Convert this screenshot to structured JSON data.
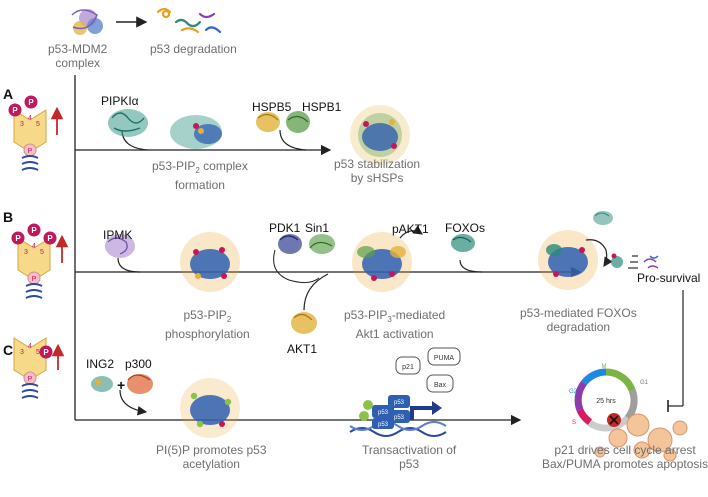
{
  "top": {
    "complex_label": "p53-MDM2\ncomplex",
    "degradation_label": "p53 degradation"
  },
  "panel_a": {
    "letter": "A",
    "enzyme": "PIPKIα",
    "complex_prefix": "p53-PIP",
    "complex_sub": "2",
    "complex_suffix": " complex",
    "complex_line2": "formation",
    "hsp1": "HSPB5",
    "hsp2": "HSPB1",
    "stabilization": "p53 stabilization\nby sHSPs"
  },
  "panel_b": {
    "letter": "B",
    "enzyme": "IPMK",
    "phospho_prefix": "p53-PIP",
    "phospho_sub": "2",
    "phospho_line2": "phosphorylation",
    "kinase1": "PDK1",
    "kinase2": "Sin1",
    "pakt": "pAKT1",
    "akt": "AKT1",
    "mediated_prefix": "p53-PIP",
    "mediated_sub": "3",
    "mediated_suffix": "-mediated",
    "mediated_line2": "Akt1 activation",
    "foxo": "FOXOs",
    "foxo_deg": "p53-mediated FOXOs\ndegradation",
    "survival": "Pro-survival"
  },
  "panel_c": {
    "letter": "C",
    "enzyme1": "ING2",
    "plus": "+",
    "enzyme2": "p300",
    "acetyl": "PI(5)P promotes p53\nacetylation",
    "targets": [
      "p21",
      "PUMA",
      "Bax"
    ],
    "p53_tags": [
      "p53",
      "p53",
      "p53",
      "p53"
    ],
    "transact": "Transactivation of\np53",
    "cycle_time": "25 hrs",
    "phases": [
      "M",
      "G1",
      "S",
      "G2"
    ],
    "outcome": "p21 drives cell cycle arrest\nBax/PUMA promotes apoptosis"
  },
  "inositol": {
    "p_label": "P",
    "ring_numbers": [
      "3",
      "4",
      "5"
    ]
  },
  "colors": {
    "p_red": "#c2185b",
    "ring_fill": "#f7d98a",
    "arrow_red": "#c62828",
    "dna_blue": "#2b4aa0",
    "protein_teal": "#3a9a8c",
    "protein_blue": "#2f5fb0",
    "protein_yellow": "#e2b23a",
    "protein_green": "#5a9e4a"
  }
}
